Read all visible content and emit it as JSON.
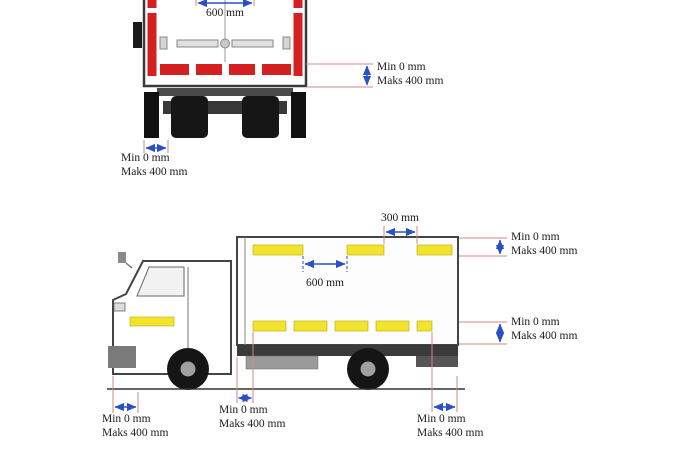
{
  "figure": {
    "kind": "vehicle reflective marking placement diagram",
    "views": [
      "rear view of truck box",
      "side view of truck with cargo box"
    ]
  },
  "colors": {
    "red_marking": "#d42020",
    "yellow_marking": "#f2e42a",
    "dimension_arrow_blue": "#2a50c8",
    "leader_line_red": "#cc8a8a"
  },
  "rear_view": {
    "top_dimension": "600 mm",
    "right_gap": {
      "min": "Min 0 mm",
      "max": "Maks 400 mm"
    },
    "bottom_left_gap": {
      "min": "Min 0 mm",
      "max": "Maks 400 mm"
    }
  },
  "side_view": {
    "top_dimension": "300 mm",
    "middle_dimension": "600 mm",
    "right_gap_upper": {
      "min": "Min 0 mm",
      "max": "Maks 400 mm"
    },
    "right_gap_lower": {
      "min": "Min 0 mm",
      "max": "Maks 400 mm"
    },
    "bottom_gap_front": {
      "min": "Min 0 mm",
      "max": "Maks 400 mm"
    },
    "bottom_gap_middle": {
      "min": "Min 0 mm",
      "max": "Maks 400 mm"
    },
    "bottom_gap_rear": {
      "min": "Min 0 mm",
      "max": "Maks 400 mm"
    }
  }
}
